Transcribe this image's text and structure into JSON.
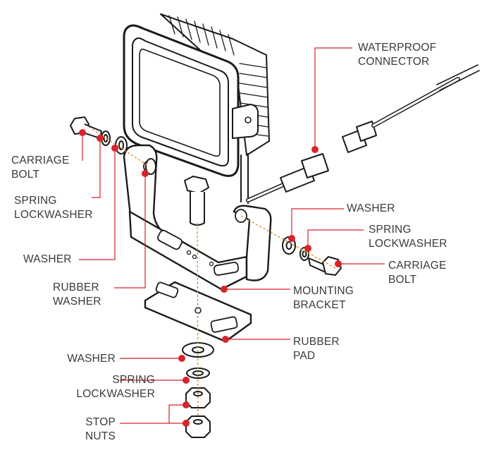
{
  "colors": {
    "accent": "#d8232a",
    "ink": "#1a1a1a",
    "text": "#3a3a3a"
  },
  "labels": {
    "waterproof_connector": [
      "WATERPROOF",
      "CONNECTOR"
    ],
    "carriage_bolt_left": [
      "CARRIAGE",
      "BOLT"
    ],
    "spring_lockwasher_left": [
      "SPRING",
      "LOCKWASHER"
    ],
    "washer_left": "WASHER",
    "rubber_washer": [
      "RUBBER",
      "WASHER"
    ],
    "washer_right": "WASHER",
    "spring_lockwasher_right": [
      "SPRING",
      "LOCKWASHER"
    ],
    "carriage_bolt_right": [
      "CARRIAGE",
      "BOLT"
    ],
    "mounting_bracket": [
      "MOUNTING",
      "BRACKET"
    ],
    "rubber_pad": [
      "RUBBER",
      "PAD"
    ],
    "washer_bottom": "WASHER",
    "spring_lockwasher_bottom": [
      "SPRING",
      "LOCKWASHER"
    ],
    "stop_nuts": [
      "STOP",
      "NUTS"
    ]
  }
}
